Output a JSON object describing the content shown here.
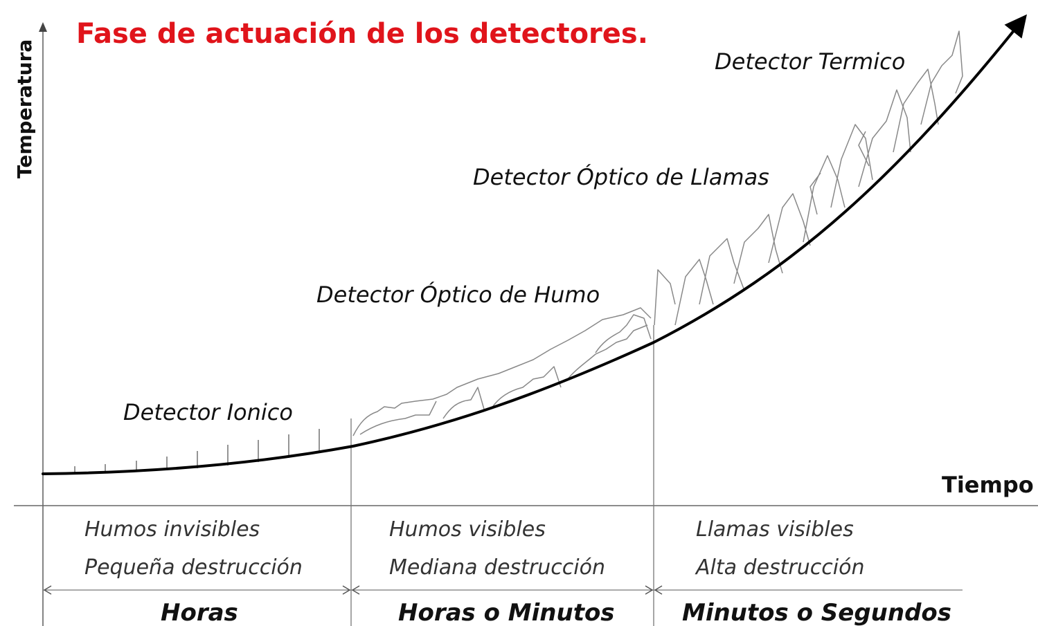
{
  "title": "Fase de actuación de los detectores.",
  "colors": {
    "title": "#e0141b",
    "curve": "#000000",
    "lines": "#777777"
  },
  "axes": {
    "y_label": "Temperatura",
    "x_label": "Tiempo"
  },
  "detectors": [
    {
      "label": "Detector Ionico"
    },
    {
      "label": "Detector Óptico de Humo"
    },
    {
      "label": "Detector Óptico de Llamas"
    },
    {
      "label": "Detector Termico"
    }
  ],
  "phases": [
    {
      "line1": "Humos invisibles",
      "line2": "Pequeña destrucción",
      "period": "Horas"
    },
    {
      "line1": "Humos visibles",
      "line2": "Mediana destrucción",
      "period": "Horas o Minutos"
    },
    {
      "line1": "Llamas visibles",
      "line2": "Alta destrucción",
      "period": "Minutos o Segundos"
    }
  ]
}
